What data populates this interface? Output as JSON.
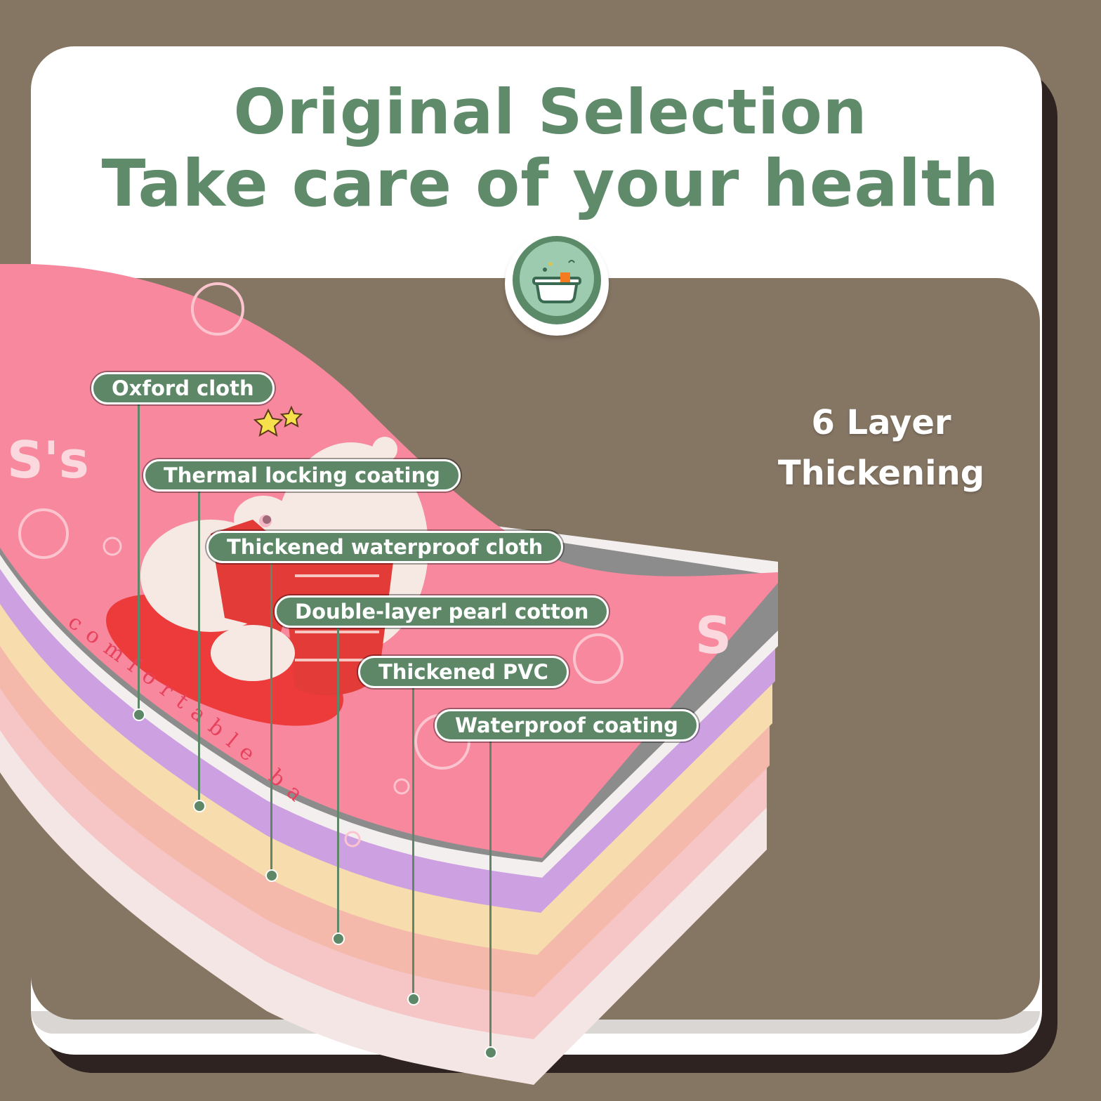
{
  "headline": {
    "line1": "Original Selection",
    "line2": "Take care of your health"
  },
  "side_caption": {
    "line1": "6 Layer",
    "line2": "Thickening"
  },
  "mat_print_text": "comfortable bath",
  "layers": [
    {
      "label": "Oxford cloth"
    },
    {
      "label": "Thermal locking coating"
    },
    {
      "label": "Thickened waterproof cloth"
    },
    {
      "label": "Double-layer pearl cotton"
    },
    {
      "label": "Thickened PVC"
    },
    {
      "label": "Waterproof coating"
    }
  ],
  "colors": {
    "background": "#857563",
    "card": "#ffffff",
    "headline": "#5f8b6b",
    "label_bg": "#5d8766",
    "mat_pink": "#f7889d",
    "layer_purple": "#cda0e2",
    "layer_yellow": "#f7dcae",
    "layer_peach": "#f4b9aa",
    "layer_pink": "#f6c5c6"
  },
  "icons": {
    "badge": "bathtub-icon",
    "mat_art": "polar-bear-illustration"
  }
}
